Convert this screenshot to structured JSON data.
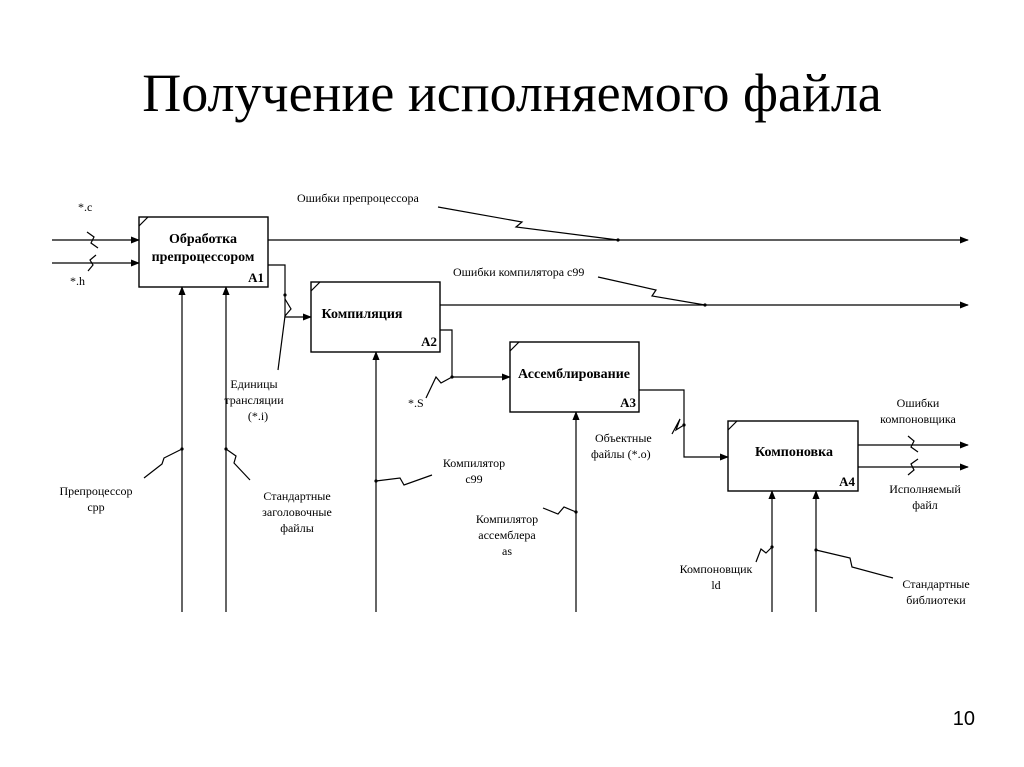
{
  "slide": {
    "title": "Получение исполняемого файла",
    "page_number": "10"
  },
  "boxes": {
    "a1": {
      "line1": "Обработка",
      "line2": "препроцессором",
      "code": "A1"
    },
    "a2": {
      "line1": "Компиляция",
      "code": "A2"
    },
    "a3": {
      "line1": "Ассемблирование",
      "code": "A3"
    },
    "a4": {
      "line1": "Компоновка",
      "code": "A4"
    }
  },
  "labels": {
    "input_c": "*.c",
    "input_h": "*.h",
    "preproc_errors": "Ошибки препроцессора",
    "compiler_errors": "Ошибки компилятора c99",
    "translation_units_1": "Единицы",
    "translation_units_2": "трансляции",
    "translation_units_3": "(*.i)",
    "asm_source": "*.S",
    "object_files_1": "Объектные",
    "object_files_2": "файлы (*.o)",
    "linker_errors_1": "Ошибки",
    "linker_errors_2": "компоновщика",
    "executable_1": "Исполняемый",
    "executable_2": "файл",
    "preprocessor_1": "Препроцессор",
    "preprocessor_2": "cpp",
    "std_headers_1": "Стандартные",
    "std_headers_2": "заголовочные",
    "std_headers_3": "файлы",
    "compiler_1": "Компилятор",
    "compiler_2": "c99",
    "assembler_1": "Компилятор",
    "assembler_2": "ассемблера",
    "assembler_3": "as",
    "linker_1": "Компоновщик",
    "linker_2": "ld",
    "std_libs_1": "Стандартные",
    "std_libs_2": "библиотеки"
  }
}
